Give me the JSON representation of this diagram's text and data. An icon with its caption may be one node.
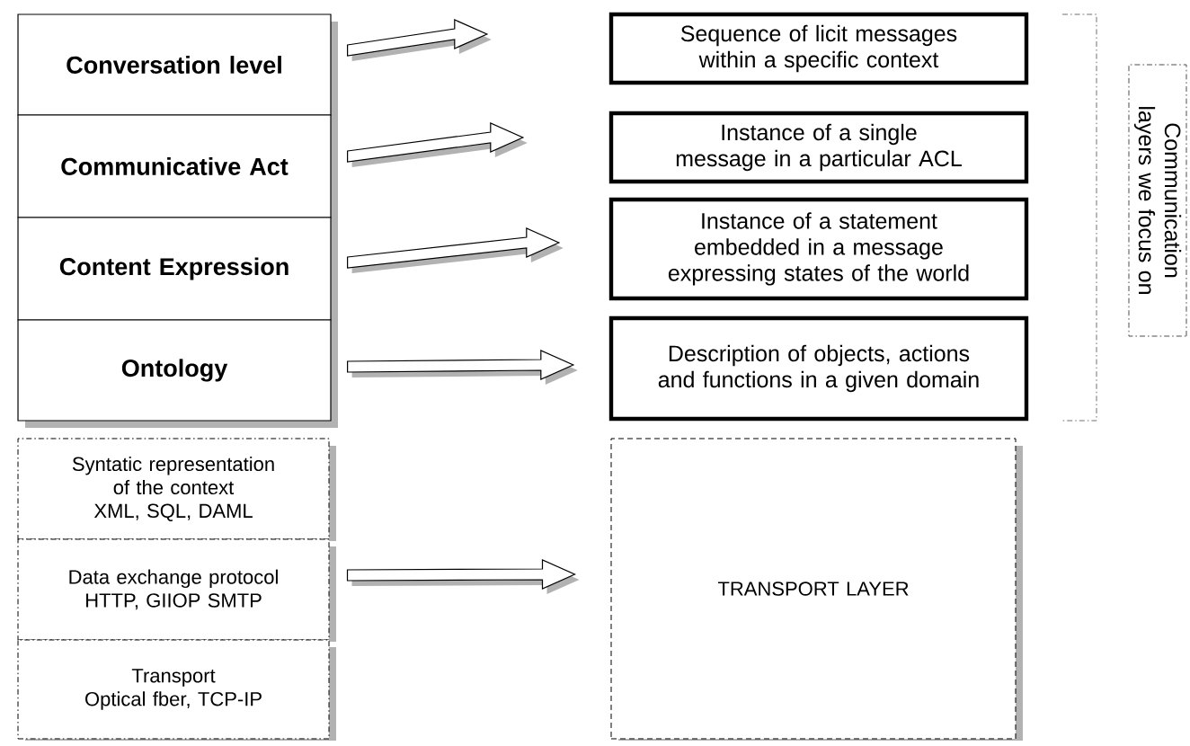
{
  "diagram": {
    "nodes": [
      {
        "text": [
          "Conversation level"
        ]
      },
      {
        "text": [
          "Communicative Act"
        ]
      },
      {
        "text": [
          "Content Expression"
        ]
      },
      {
        "text": [
          "Ontology"
        ]
      },
      {
        "text": [
          "Sequence of licit messages within a specific context"
        ]
      },
      {
        "text": [
          "Instance of a single message in a particular ACL"
        ]
      },
      {
        "text": [
          "Instance of a statement embedded in a message expressing states of the world"
        ]
      },
      {
        "text": [
          "Description of objects, actions and functions in a given domain"
        ]
      },
      {
        "text": [
          "Syntatic representation of the context",
          "XML, SQL, DAML"
        ]
      },
      {
        "text": [
          "Data exchange protocol",
          "HTTP, GIIOP SMTP"
        ]
      },
      {
        "text": [
          "Transport",
          "Optical fber, TCP-IP"
        ]
      },
      {
        "text": [
          "TRANSPORT LAYER"
        ]
      },
      {
        "text": [
          "Communication layers we focus on"
        ]
      }
    ],
    "edges": [
      {
        "from": 0,
        "to": 4,
        "arrow": "to"
      },
      {
        "from": 1,
        "to": 5,
        "arrow": "to"
      },
      {
        "from": 2,
        "to": 6,
        "arrow": "to"
      },
      {
        "from": 3,
        "to": 7,
        "arrow": "to"
      },
      {
        "from": 9,
        "to": 11,
        "arrow": "to"
      }
    ]
  }
}
